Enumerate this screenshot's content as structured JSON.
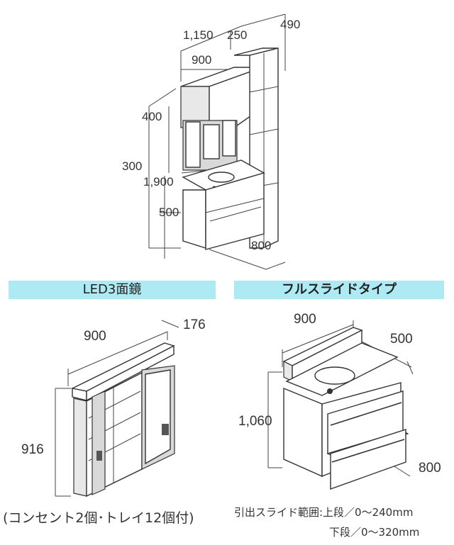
{
  "top_diagram": {
    "dims": {
      "d490": "490",
      "d1150_250": "1,150",
      "d250": "250",
      "d900": "900",
      "d400": "400",
      "d300": "300",
      "d1900": "1,900",
      "d500": "500",
      "d800": "800"
    }
  },
  "mirror_section": {
    "banner": "LED3面鏡",
    "width": "900",
    "depth": "176",
    "height": "916",
    "caption": "(コンセント2個･トレイ12個付)"
  },
  "vanity_section": {
    "banner": "フルスライドタイプ",
    "width": "900",
    "depth": "500",
    "height_total": "1,060",
    "height_cabinet": "800",
    "slide_line1": "引出スライド範囲:上段／0～240mm",
    "slide_line2": "下段／0～320mm"
  }
}
